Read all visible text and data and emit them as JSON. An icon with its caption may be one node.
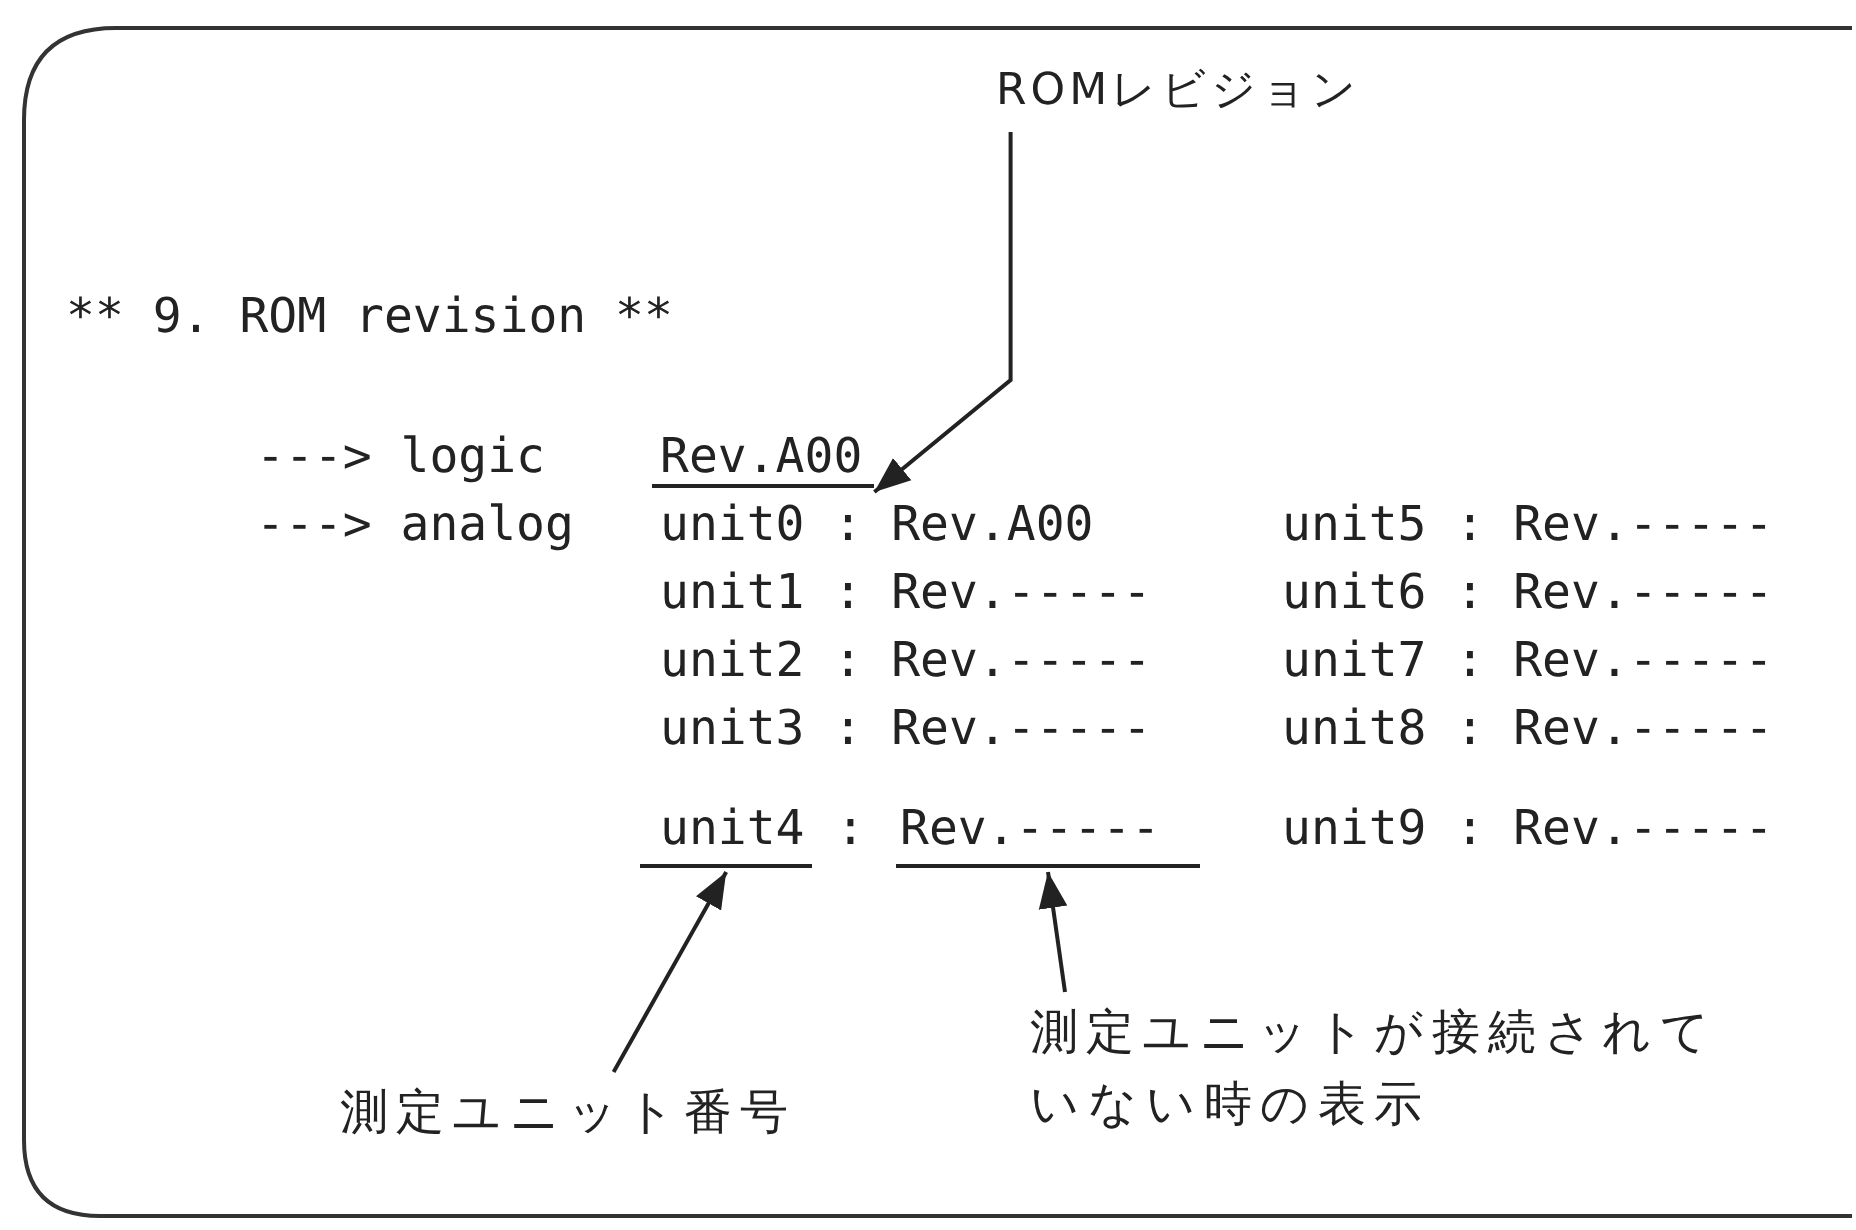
{
  "diagram": {
    "nodes": [
      {
        "text": [
          "ROMレビジョン"
        ]
      },
      {
        "text": [
          "Rev.A00"
        ]
      },
      {
        "text": [
          "unit4"
        ]
      },
      {
        "text": [
          "Rev.-----"
        ]
      },
      {
        "text": [
          "測定ユニット番号"
        ]
      },
      {
        "text": [
          "測定ユニットが接続されていない時の表示"
        ]
      }
    ],
    "edges": [
      {
        "from": 0,
        "to": 1,
        "arrow": "to"
      },
      {
        "from": 4,
        "to": 2,
        "arrow": "to"
      },
      {
        "from": 5,
        "to": 3,
        "arrow": "to"
      }
    ],
    "labels": [
      "** 9. ROM revision **",
      "---> logic",
      "---> analog",
      "unit0 : Rev.A00",
      "unit5 : Rev.-----",
      "unit1 : Rev.-----",
      "unit6 : Rev.-----",
      "unit2 : Rev.-----",
      "unit7 : Rev.-----",
      "unit3 : Rev.-----",
      "unit8 : Rev.-----",
      ":",
      "unit9 : Rev.-----"
    ]
  }
}
